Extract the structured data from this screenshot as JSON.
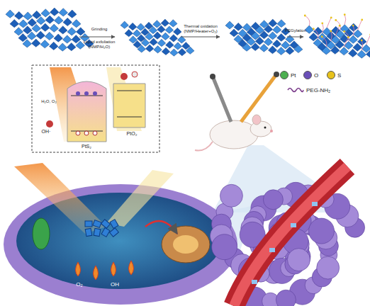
{
  "diagram": {
    "labels": [
      "Grinding",
      "Liquid exfoliation (NMP/H₂O)",
      "Thermal oxidation (NMP/Heater+O₂)",
      "PEGylation",
      "H₂O, O₂",
      "OH·",
      "PtS₂",
      "PtO₂",
      "O₂",
      "OH"
    ],
    "legend": [
      {
        "text": "Pt",
        "color": "#4caf50"
      },
      {
        "text": "O",
        "color": "#6a4fb8"
      },
      {
        "text": "S",
        "color": "#e8c21a"
      },
      {
        "text": "PEG-NH₂"
      }
    ]
  }
}
